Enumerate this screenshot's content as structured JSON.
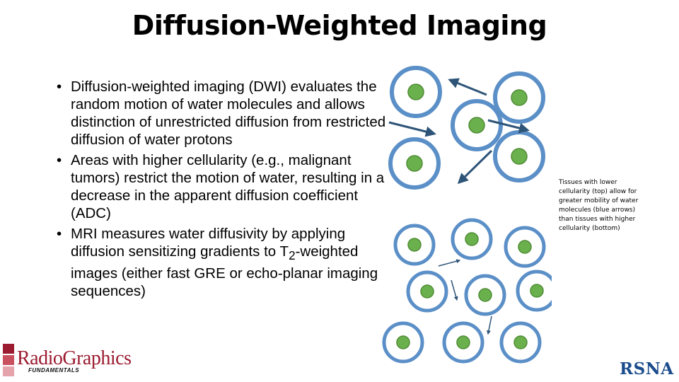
{
  "slide": {
    "title": "Diffusion-Weighted Imaging",
    "bullets": [
      "Diffusion-weighted imaging (DWI) evaluates the random motion of water molecules and allows distinction of unrestricted diffusion from restricted diffusion of water protons",
      "Areas with higher cellularity (e.g., malignant tumors) restrict the motion of water, resulting in a decrease in the apparent diffusion coefficient (ADC)"
    ],
    "bullet3": {
      "before": "MRI measures water diffusivity by applying diffusion sensitizing gradients to T",
      "subscript": "2",
      "after": "-weighted images (either fast GRE or echo-planar imaging sequences)"
    },
    "bullet_marker": "•",
    "caption": "Tissues with lower cellularity (top) allow for greater mobility of water molecules (blue arrows) than tissues with higher cellularity (bottom)"
  },
  "logos": {
    "radiographics": "RadioGraphics",
    "radiographics_sub": "FUNDAMENTALS",
    "rsna": "RSNA"
  },
  "colors": {
    "cell_membrane": "#5b8fc7",
    "nucleus": "#6ab04c",
    "arrow": "#2e5478",
    "radiographics_red": "#9b1b30",
    "rsna_blue": "#1b4c8c"
  },
  "icons": [
    "cell-icon",
    "water-motion-arrow-icon",
    "radiographics-logo",
    "rsna-logo"
  ]
}
